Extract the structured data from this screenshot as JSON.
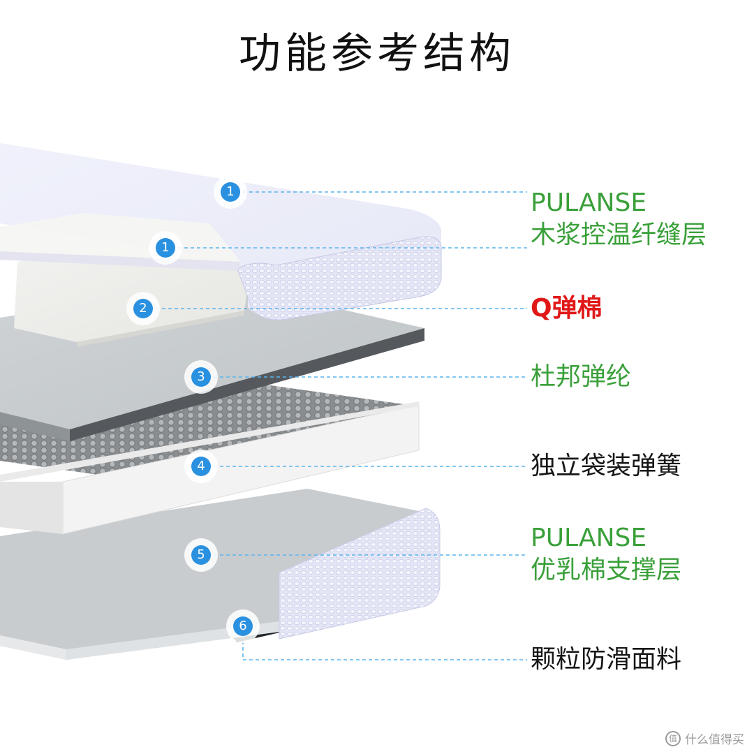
{
  "title": "功能参考结构",
  "layers": [
    {
      "number": "1",
      "lines": [
        "PULANSE",
        "木浆控温纤缝层"
      ],
      "color": "green"
    },
    {
      "number": "1"
    },
    {
      "number": "2",
      "lines": [
        "Q弹棉"
      ],
      "color": "red"
    },
    {
      "number": "3",
      "lines": [
        "杜邦弹纶"
      ],
      "color": "green"
    },
    {
      "number": "4",
      "lines": [
        "独立袋装弹簧"
      ],
      "color": "black"
    },
    {
      "number": "5",
      "lines": [
        "PULANSE",
        "优乳棉支撑层"
      ],
      "color": "green"
    },
    {
      "number": "6",
      "lines": [
        "颗粒防滑面料"
      ],
      "color": "black"
    }
  ],
  "colors": {
    "leader_line": "#5ab4ee",
    "marker": "#2a90e0",
    "label_green": "#3aa03a",
    "label_red": "#e01818",
    "label_black": "#161616"
  },
  "watermark": "什么值得买",
  "watermark_logo": "值"
}
